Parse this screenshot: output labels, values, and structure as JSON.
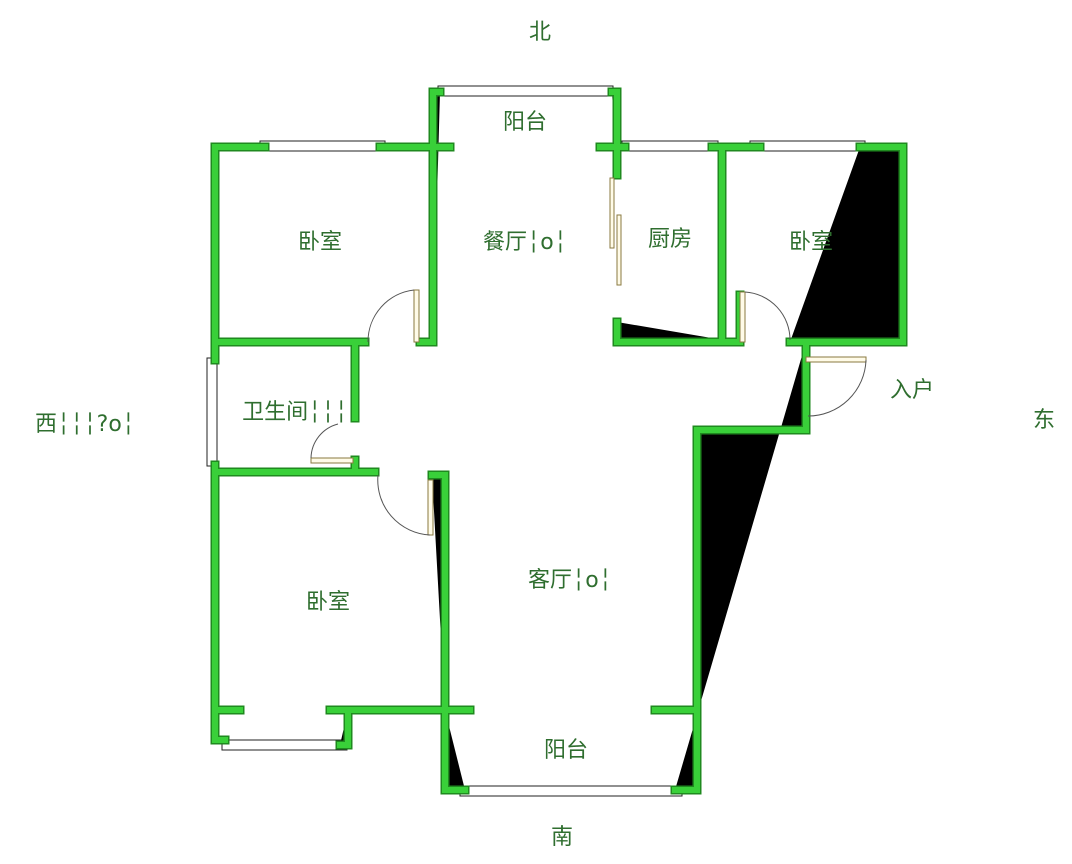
{
  "compass": {
    "north": "北",
    "south": "南",
    "east": "东",
    "west": "西╎╎╎?o╎"
  },
  "rooms": {
    "balcony_north": "阳台",
    "bedroom_nw": "卧室",
    "dining": "餐厅╎o╎",
    "kitchen": "厨房",
    "bedroom_ne": "卧室",
    "entrance": "入户",
    "bathroom": "卫生间╎╎╎",
    "bedroom_sw": "卧室",
    "living": "客厅╎o╎",
    "balcony_south": "阳台"
  },
  "colors": {
    "wall": "#39d039",
    "text": "#2f6e2f"
  }
}
